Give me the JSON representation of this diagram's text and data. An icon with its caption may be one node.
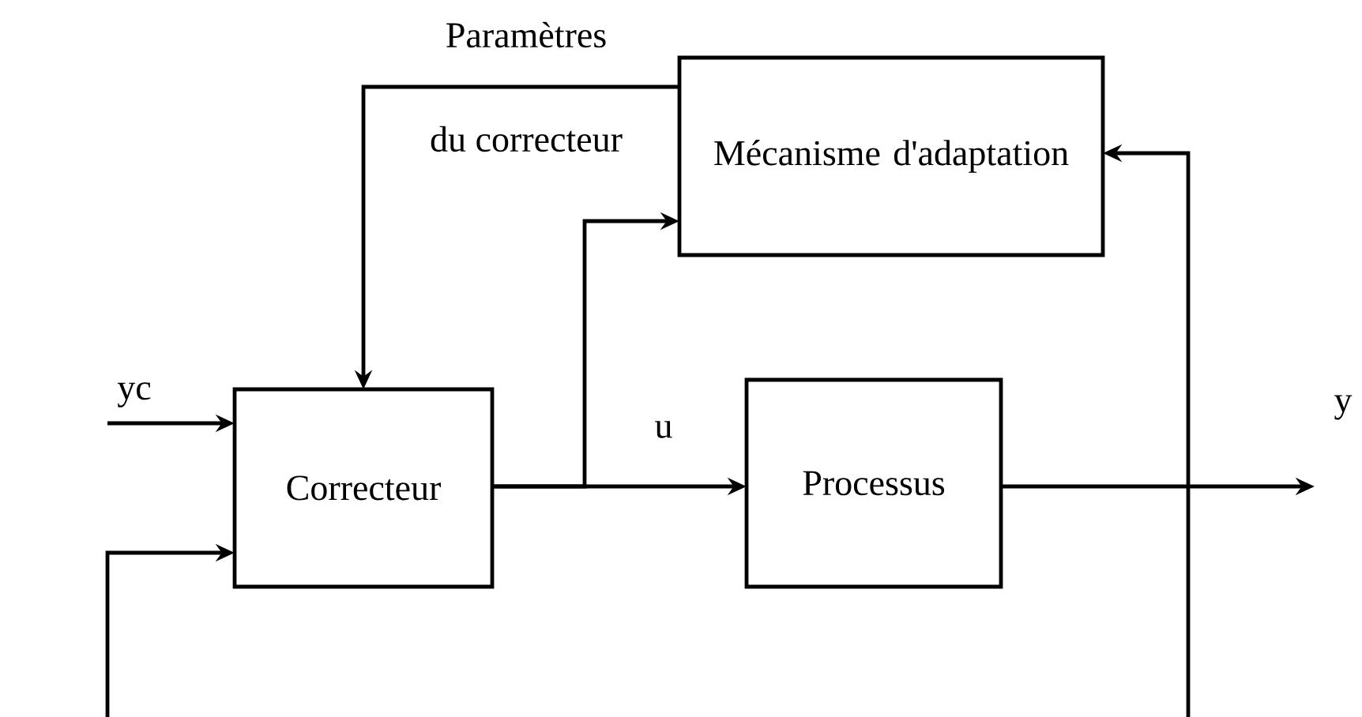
{
  "diagram": {
    "nodes": [
      {
        "text": [
          "Mécanisme d'adaptation"
        ]
      },
      {
        "text": [
          "Correcteur"
        ]
      },
      {
        "text": [
          "Processus"
        ]
      }
    ],
    "edges": [
      {
        "from": null,
        "to": 1,
        "arrow": "to",
        "label": "yc"
      },
      {
        "from": null,
        "to": 1,
        "arrow": "to"
      },
      {
        "from": 0,
        "to": 1,
        "arrow": "to"
      },
      {
        "from": 1,
        "to": 2,
        "arrow": "to",
        "label": "u"
      },
      {
        "from": 1,
        "to": 0,
        "arrow": "to"
      },
      {
        "from": 2,
        "to": null,
        "arrow": "to",
        "label": "y"
      },
      {
        "from": null,
        "to": 0,
        "arrow": "to"
      }
    ],
    "labels": [
      "Paramètres",
      "du correcteur"
    ]
  }
}
